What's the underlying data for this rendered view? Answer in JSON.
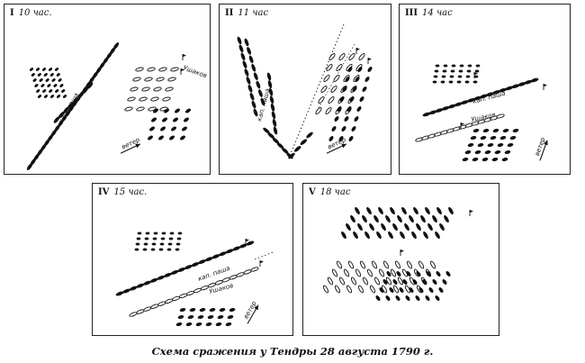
{
  "panels": [
    {
      "numeral": "I",
      "time": "10 час.",
      "labels": [
        "Ушаков",
        "кап. паша"
      ],
      "wind": "ветер"
    },
    {
      "numeral": "II",
      "time": "11 час",
      "labels": [
        "кап. паша"
      ],
      "wind": "ветер"
    },
    {
      "numeral": "III",
      "time": "14 час",
      "labels": [
        "кап. паша",
        "Ушаков"
      ],
      "wind": "ветер"
    },
    {
      "numeral": "IV",
      "time": "15 час.",
      "labels": [
        "кап. паша",
        "Ушаков"
      ],
      "wind": "ветер"
    },
    {
      "numeral": "V",
      "time": "18 час",
      "labels": [],
      "wind": ""
    }
  ],
  "caption": "Схема сражения у Тендры 28 августа 1790 г."
}
